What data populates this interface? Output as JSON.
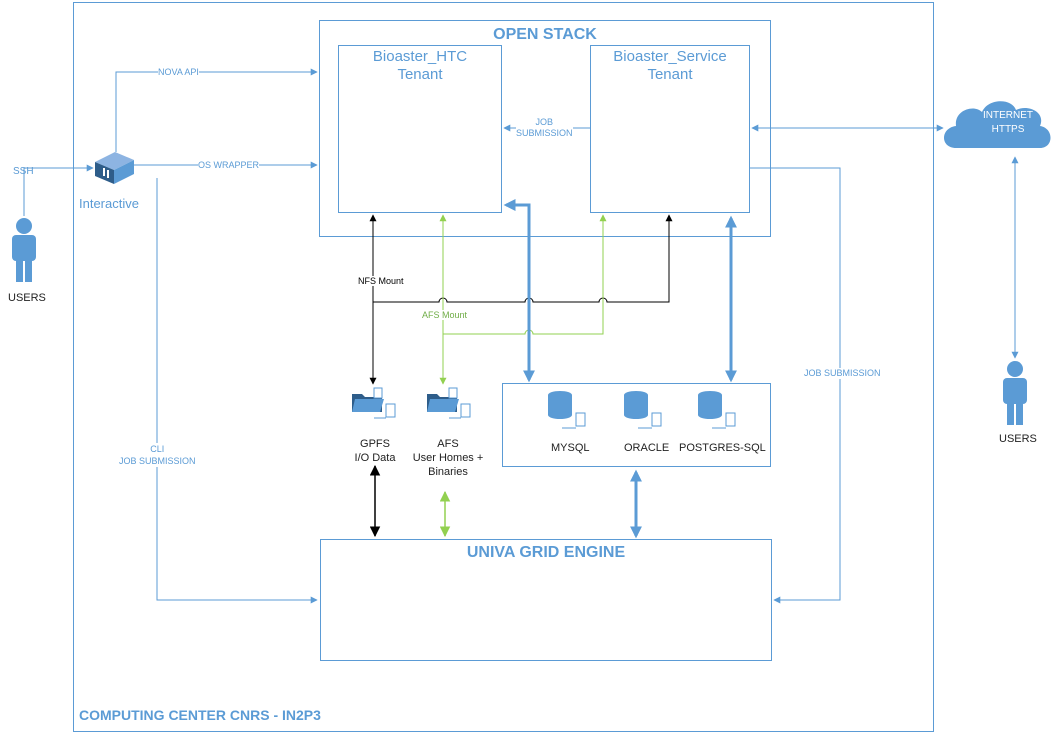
{
  "computing_center": {
    "label": "COMPUTING CENTER CNRS - IN2P3"
  },
  "openstack": {
    "title": "OPEN STACK",
    "htc_tenant": [
      "Bioaster_HTC",
      "Tenant"
    ],
    "service_tenant": [
      "Bioaster_Service",
      "Tenant"
    ]
  },
  "grid_engine": {
    "title": "UNIVA GRID ENGINE"
  },
  "interactive": {
    "label": "Interactive"
  },
  "users_left": {
    "label": "USERS"
  },
  "users_right": {
    "label": "USERS"
  },
  "internet": {
    "label_line1": "INTERNET",
    "label_line2": "HTTPS"
  },
  "storage": {
    "gpfs": [
      "GPFS",
      "I/O Data"
    ],
    "afs": [
      "AFS",
      "User Homes +",
      "Binaries"
    ]
  },
  "databases": {
    "mysql": "MYSQL",
    "oracle": "ORACLE",
    "postgres": "POSTGRES-SQL"
  },
  "connections": {
    "ssh": "SSH",
    "nova_api": "NOVA API",
    "os_wrapper": "OS WRAPPER",
    "job_submission_1": "JOB",
    "job_submission_2": "SUBMISSION",
    "nfs_mount": "NFS Mount",
    "afs_mount": "AFS Mount",
    "job_submission_right": "JOB SUBMISSION",
    "cli": "CLI",
    "cli_job_submission": "JOB SUBMISSION"
  },
  "colors": {
    "accent": "#5b9bd5",
    "nfs": "#000000",
    "afs": "#92d050"
  }
}
